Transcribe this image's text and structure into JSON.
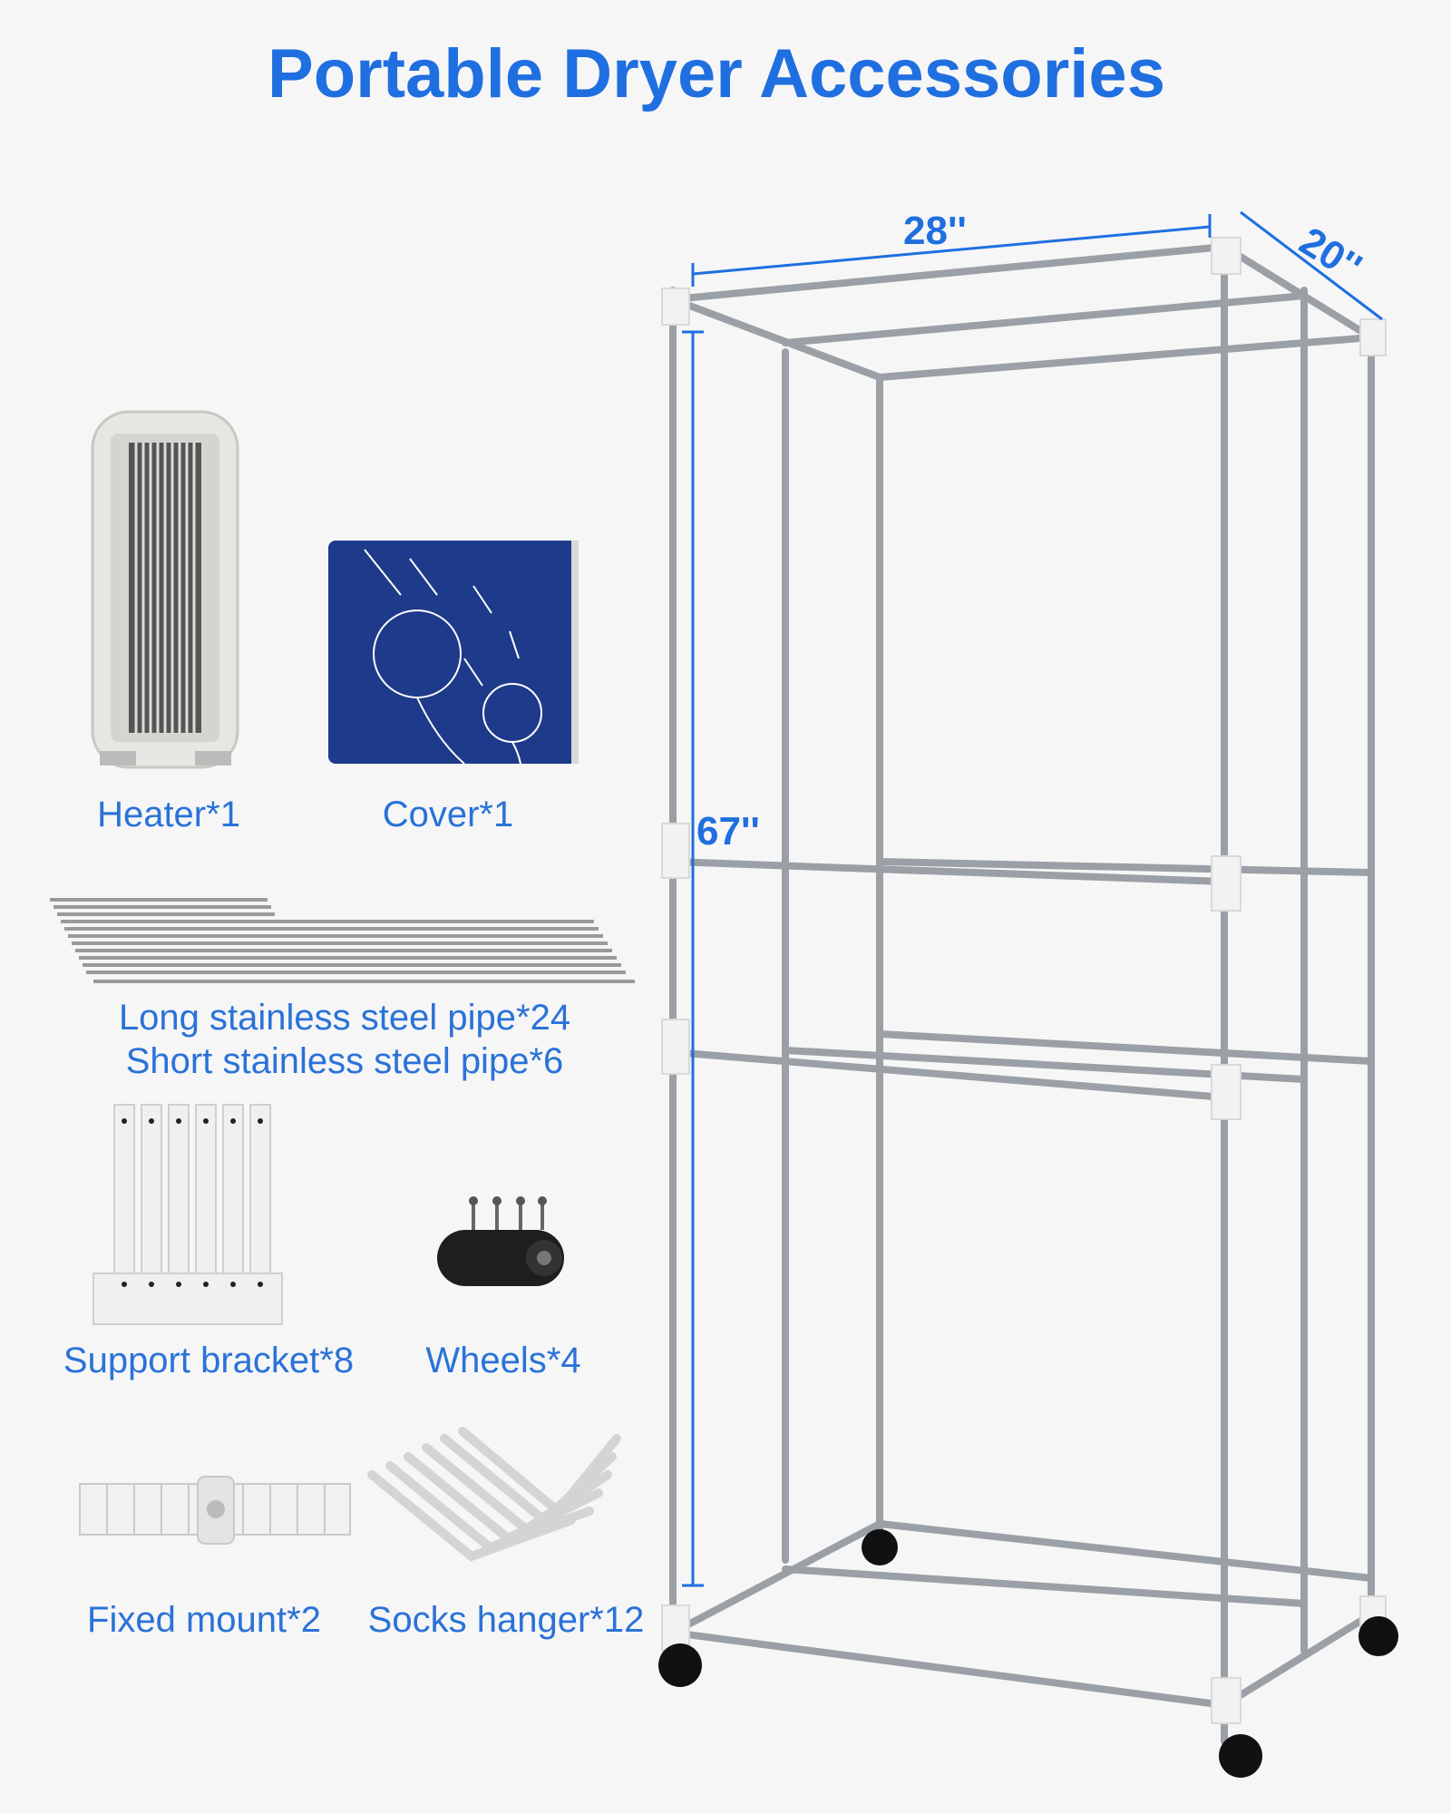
{
  "title": "Portable Dryer Accessories",
  "accent_color": "#1f6fe0",
  "dimensions": {
    "width": "28''",
    "depth": "20''",
    "height": "67''"
  },
  "accessories": [
    {
      "icon": "heater-icon",
      "label": "Heater*1"
    },
    {
      "icon": "cover-icon",
      "label": "Cover*1"
    },
    {
      "icon": "pipes-icon",
      "label_long": "Long stainless steel pipe*24",
      "label_short": "Short stainless steel pipe*6"
    },
    {
      "icon": "support-bracket-icon",
      "label": "Support bracket*8"
    },
    {
      "icon": "wheel-icon",
      "label": "Wheels*4"
    },
    {
      "icon": "fixed-mount-icon",
      "label": "Fixed mount*2"
    },
    {
      "icon": "socks-hanger-icon",
      "label": "Socks hanger*12"
    }
  ]
}
